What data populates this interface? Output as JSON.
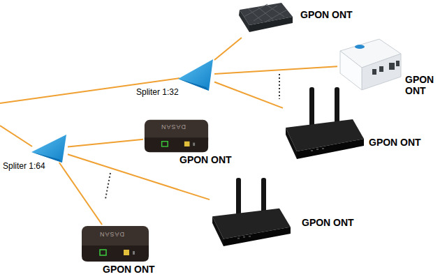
{
  "diagram": {
    "nodes": [
      {
        "text": [
          "GPON ONT"
        ]
      },
      {
        "text": [
          "GPON ONT"
        ]
      },
      {
        "text": [
          "Spliter 1:32"
        ]
      },
      {
        "text": [
          "GPON ONT"
        ]
      },
      {
        "text": [
          "Spliter 1:64"
        ]
      },
      {
        "text": [
          "GPON ONT"
        ]
      },
      {
        "text": [
          "GPON ONT"
        ]
      },
      {
        "text": [
          "GPON ONT"
        ]
      }
    ],
    "edges": [
      {
        "from": 2,
        "to": 0,
        "arrow": "none"
      },
      {
        "from": 2,
        "to": 1,
        "arrow": "none"
      },
      {
        "from": 2,
        "to": 3,
        "arrow": "none"
      },
      {
        "from": 4,
        "to": 5,
        "arrow": "none"
      },
      {
        "from": 4,
        "to": 6,
        "arrow": "none"
      },
      {
        "from": 4,
        "to": 7,
        "arrow": "none"
      }
    ],
    "labels": [
      "DASAN",
      "DASAN"
    ]
  }
}
